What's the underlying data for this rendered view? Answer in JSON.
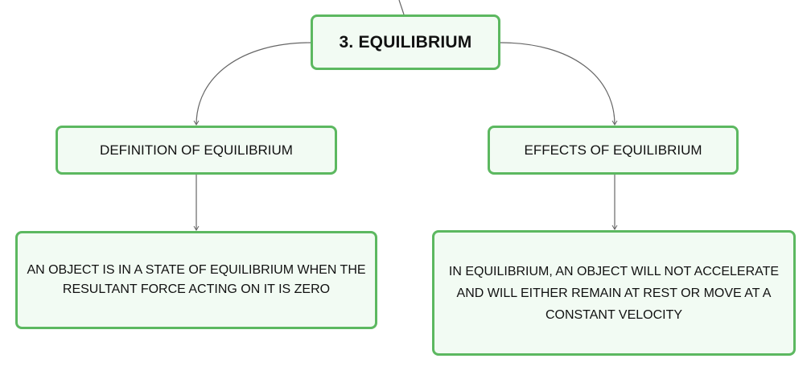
{
  "diagram": {
    "root": {
      "label": "3. EQUILIBRIUM"
    },
    "branches": [
      {
        "label": "DEFINITION OF EQUILIBRIUM",
        "detail": "AN OBJECT IS IN A STATE OF EQUILIBRIUM WHEN THE RESULTANT FORCE ACTING ON IT IS ZERO"
      },
      {
        "label": "EFFECTS OF EQUILIBRIUM",
        "detail": "IN EQUILIBRIUM, AN OBJECT WILL NOT ACCELERATE AND WILL EITHER REMAIN AT REST OR MOVE AT A CONSTANT VELOCITY"
      }
    ]
  },
  "colors": {
    "node_border": "#5cb860",
    "node_fill": "#f2fbf3",
    "connector": "#666666"
  }
}
